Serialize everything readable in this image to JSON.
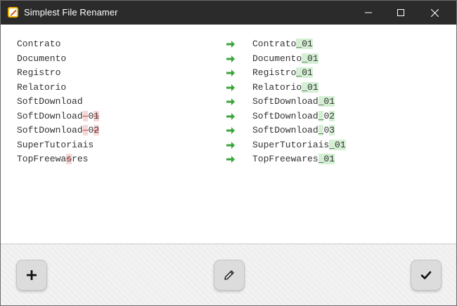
{
  "window": {
    "title": "Simplest File Renamer"
  },
  "rows": [
    {
      "old": [
        {
          "t": "Contrato",
          "k": "n"
        }
      ],
      "new": [
        {
          "t": "Contrato",
          "k": "n"
        },
        {
          "t": "_01",
          "k": "i"
        }
      ]
    },
    {
      "old": [
        {
          "t": "Documento",
          "k": "n"
        }
      ],
      "new": [
        {
          "t": "Documento",
          "k": "n"
        },
        {
          "t": "_01",
          "k": "i"
        }
      ]
    },
    {
      "old": [
        {
          "t": "Registro",
          "k": "n"
        }
      ],
      "new": [
        {
          "t": "Registro",
          "k": "n"
        },
        {
          "t": "_01",
          "k": "i"
        }
      ]
    },
    {
      "old": [
        {
          "t": "Relatorio",
          "k": "n"
        }
      ],
      "new": [
        {
          "t": "Relatorio",
          "k": "n"
        },
        {
          "t": "_01",
          "k": "i"
        }
      ]
    },
    {
      "old": [
        {
          "t": "SoftDownload",
          "k": "n"
        }
      ],
      "new": [
        {
          "t": "SoftDownload",
          "k": "n"
        },
        {
          "t": "_01",
          "k": "i"
        }
      ]
    },
    {
      "old": [
        {
          "t": "SoftDownload",
          "k": "n"
        },
        {
          "t": "-",
          "k": "d"
        },
        {
          "t": "0",
          "k": "n"
        },
        {
          "t": "1",
          "k": "d"
        }
      ],
      "new": [
        {
          "t": "SoftDownload",
          "k": "n"
        },
        {
          "t": "_",
          "k": "i"
        },
        {
          "t": "0",
          "k": "n"
        },
        {
          "t": "2",
          "k": "i"
        }
      ]
    },
    {
      "old": [
        {
          "t": "SoftDownload",
          "k": "n"
        },
        {
          "t": "-",
          "k": "d"
        },
        {
          "t": "0",
          "k": "n"
        },
        {
          "t": "2",
          "k": "d"
        }
      ],
      "new": [
        {
          "t": "SoftDownload",
          "k": "n"
        },
        {
          "t": "_",
          "k": "i"
        },
        {
          "t": "0",
          "k": "n"
        },
        {
          "t": "3",
          "k": "i"
        }
      ]
    },
    {
      "old": [
        {
          "t": "SuperTutoriais",
          "k": "n"
        }
      ],
      "new": [
        {
          "t": "SuperTutoriais",
          "k": "n"
        },
        {
          "t": "_01",
          "k": "i"
        }
      ]
    },
    {
      "old": [
        {
          "t": "TopFreewa",
          "k": "n"
        },
        {
          "t": "s",
          "k": "d"
        },
        {
          "t": "res",
          "k": "n"
        }
      ],
      "new": [
        {
          "t": "TopFreewares",
          "k": "n"
        },
        {
          "t": "_01",
          "k": "i"
        }
      ]
    }
  ],
  "colors": {
    "titlebar": "#2b2b2b",
    "arrow": "#3aa63a",
    "deleted_bg": "#f6d6d6",
    "inserted_bg": "#d4efd4"
  },
  "icons": {
    "app": "app-icon",
    "minimize": "minimize-icon",
    "maximize": "maximize-icon",
    "close": "close-icon",
    "arrow": "arrow-right-icon",
    "add": "plus-icon",
    "edit": "pencil-icon",
    "confirm": "checkmark-icon"
  }
}
